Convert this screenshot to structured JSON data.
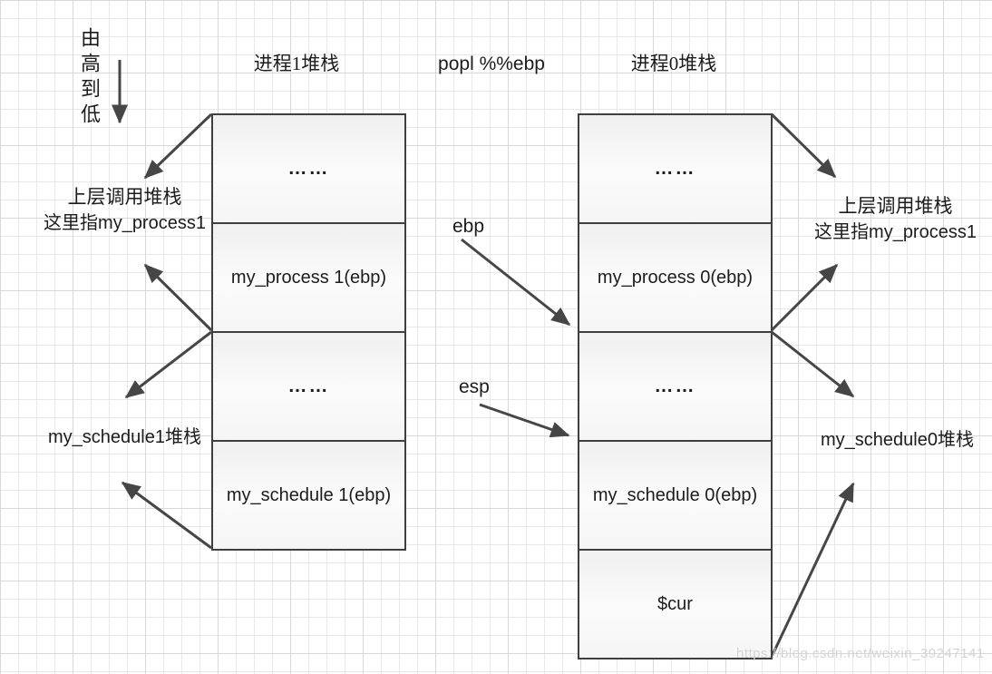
{
  "labels": {
    "direction": "由高到低",
    "instruction": "popl %%ebp",
    "ebp": "ebp",
    "esp": "esp"
  },
  "stacks": [
    {
      "title": "进程1堆栈",
      "cells": [
        "……",
        "my_process 1(ebp)",
        "……",
        "my_schedule 1(ebp)"
      ]
    },
    {
      "title": "进程0堆栈",
      "cells": [
        "……",
        "my_process 0(ebp)",
        "……",
        "my_schedule 0(ebp)",
        "$cur"
      ]
    }
  ],
  "annotations": {
    "left_caller_line1": "上层调用堆栈",
    "left_caller_line2": "这里指my_process1",
    "left_schedule": "my_schedule1堆栈",
    "right_caller_line1": "上层调用堆栈",
    "right_caller_line2": "这里指my_process1",
    "right_schedule": "my_schedule0堆栈"
  },
  "watermark": "https://blog.csdn.net/weixin_39247141",
  "colors": {
    "arrow": "#464646",
    "box_border": "#3f3f3f",
    "box_fill_top": "#f0f0f1",
    "box_fill_bottom": "#f5f5f6",
    "grid_minor": "#e8e8e9",
    "grid_major": "#d7d8d9",
    "text": "#1c1c1c",
    "watermark_text": "#d4d4d4"
  }
}
